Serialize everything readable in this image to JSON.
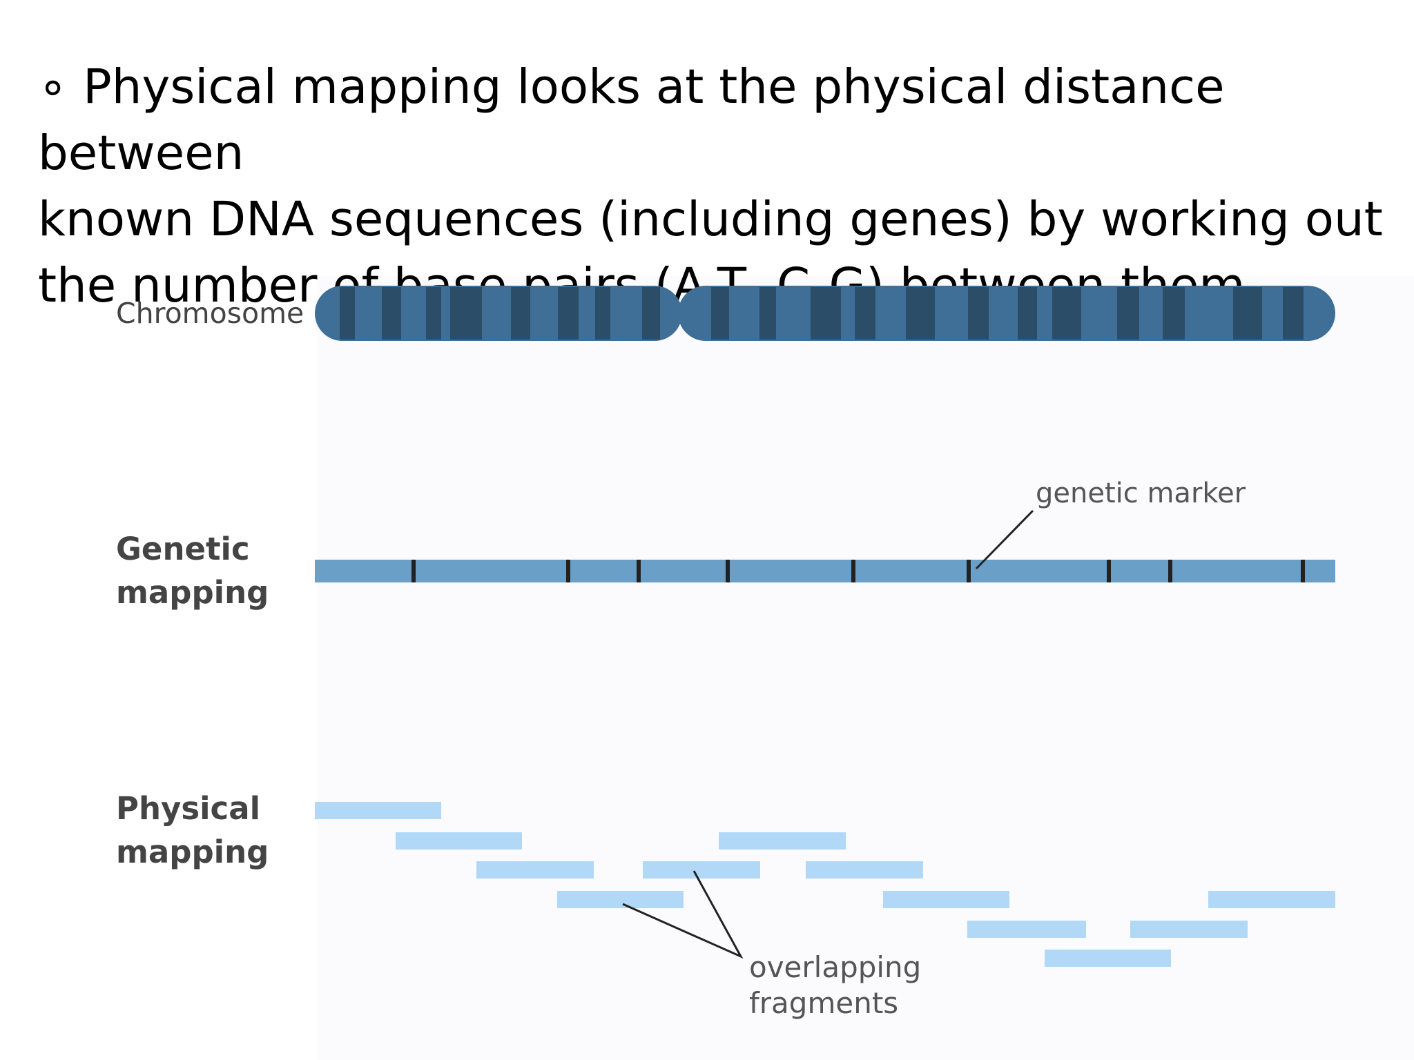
{
  "slide": {
    "bullet": "∘",
    "text_lines": [
      "Physical mapping looks at the physical distance between",
      "known DNA sequences  (including genes) by working out",
      "the number of base pairs (A-T, C-G) between them."
    ]
  },
  "diagram": {
    "labels": {
      "chromosome": "Chromosome",
      "genetic": "Genetic mapping",
      "physical": "Physical mapping"
    },
    "annotations": {
      "genetic_marker": "genetic marker",
      "overlapping_fragments": "overlapping fragments"
    },
    "colors": {
      "chromosome_body": "#3f6f96",
      "chromosome_band": "#2c4d68",
      "genetic_bar": "#6a9fc8",
      "marker": "#222222",
      "fragment": "#b2d8f8",
      "pointer": "#222222"
    }
  }
}
